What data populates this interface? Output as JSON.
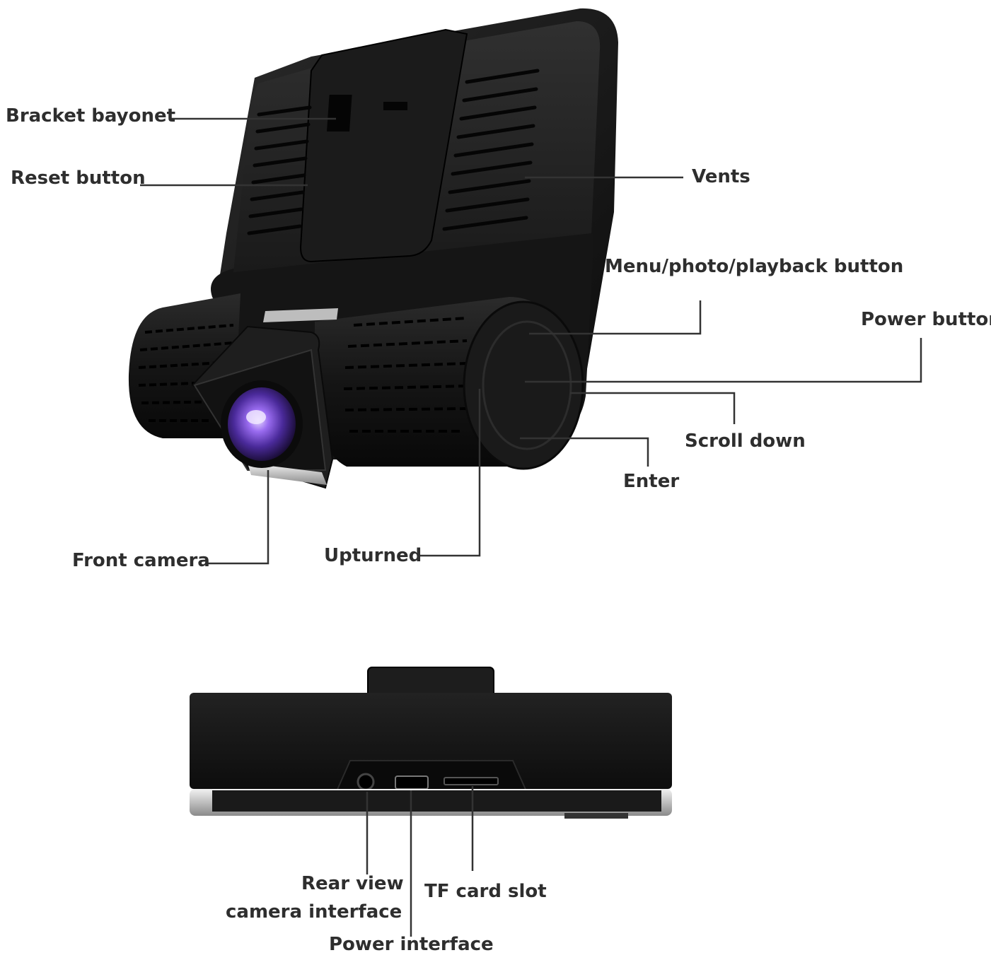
{
  "labels": {
    "bracket_bayonet": "Bracket bayonet",
    "reset_button": "Reset button",
    "vents": "Vents",
    "menu_button": "Menu/photo/playback button",
    "power_button": "Power button",
    "scroll_down": "Scroll down",
    "enter": "Enter",
    "front_camera": "Front camera",
    "upturned": "Upturned",
    "rear_view_line1": "Rear view",
    "rear_view_line2": "camera interface",
    "tf_card_slot": "TF card slot",
    "power_interface": "Power interface"
  },
  "colors": {
    "body": "#141414",
    "label_text": "#2e2e2e",
    "leader_line": "#333333",
    "lens": "#6a3fc0"
  }
}
